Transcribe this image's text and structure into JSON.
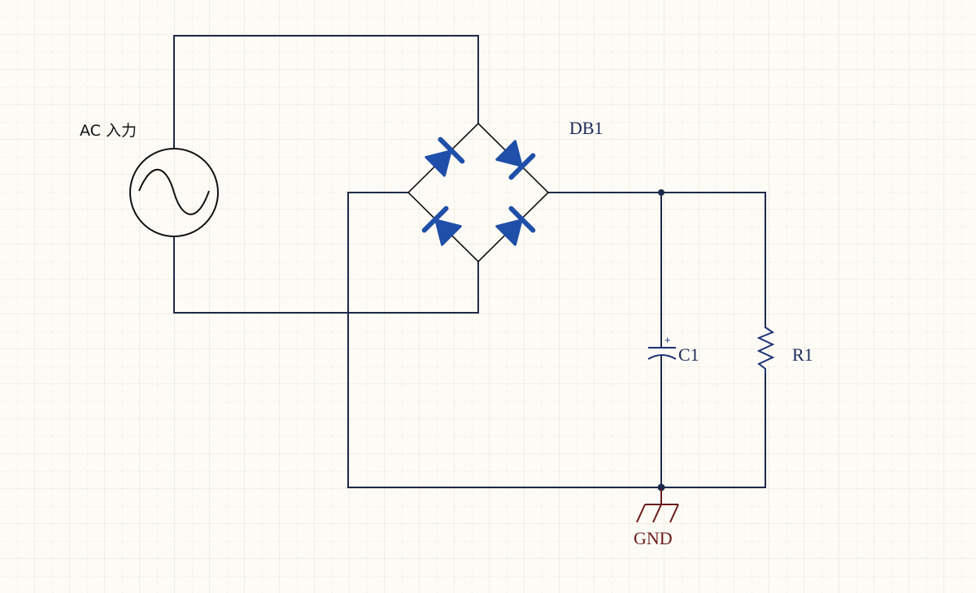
{
  "schematic": {
    "title": "Full-wave bridge rectifier with smoothing capacitor",
    "colors": {
      "background": "#fdfbf6",
      "wire": "#1e2a4a",
      "diode": "#1f4fa8",
      "component": "#1c3276",
      "ground": "#6b1a1a",
      "label": "#1c2a5a"
    },
    "components": {
      "ac_source": {
        "designator": "AC 入力",
        "symbol": "sine-wave-source"
      },
      "bridge": {
        "designator": "DB1",
        "type": "diode-bridge",
        "diode_count": 4
      },
      "capacitor": {
        "designator": "C1",
        "type": "polarized-capacitor",
        "polarity_mark": "+"
      },
      "resistor": {
        "designator": "R1",
        "type": "resistor"
      },
      "ground": {
        "designator": "GND",
        "type": "ground"
      }
    },
    "nets": [
      {
        "name": "ac-top",
        "connects": [
          "AC 入力 top",
          "DB1 top"
        ]
      },
      {
        "name": "ac-bottom",
        "connects": [
          "AC 入力 bottom",
          "DB1 bottom"
        ]
      },
      {
        "name": "dc-positive",
        "connects": [
          "DB1 right",
          "C1 +",
          "R1 top"
        ]
      },
      {
        "name": "dc-negative",
        "connects": [
          "DB1 left",
          "C1 -",
          "R1 bottom",
          "GND"
        ]
      }
    ]
  }
}
